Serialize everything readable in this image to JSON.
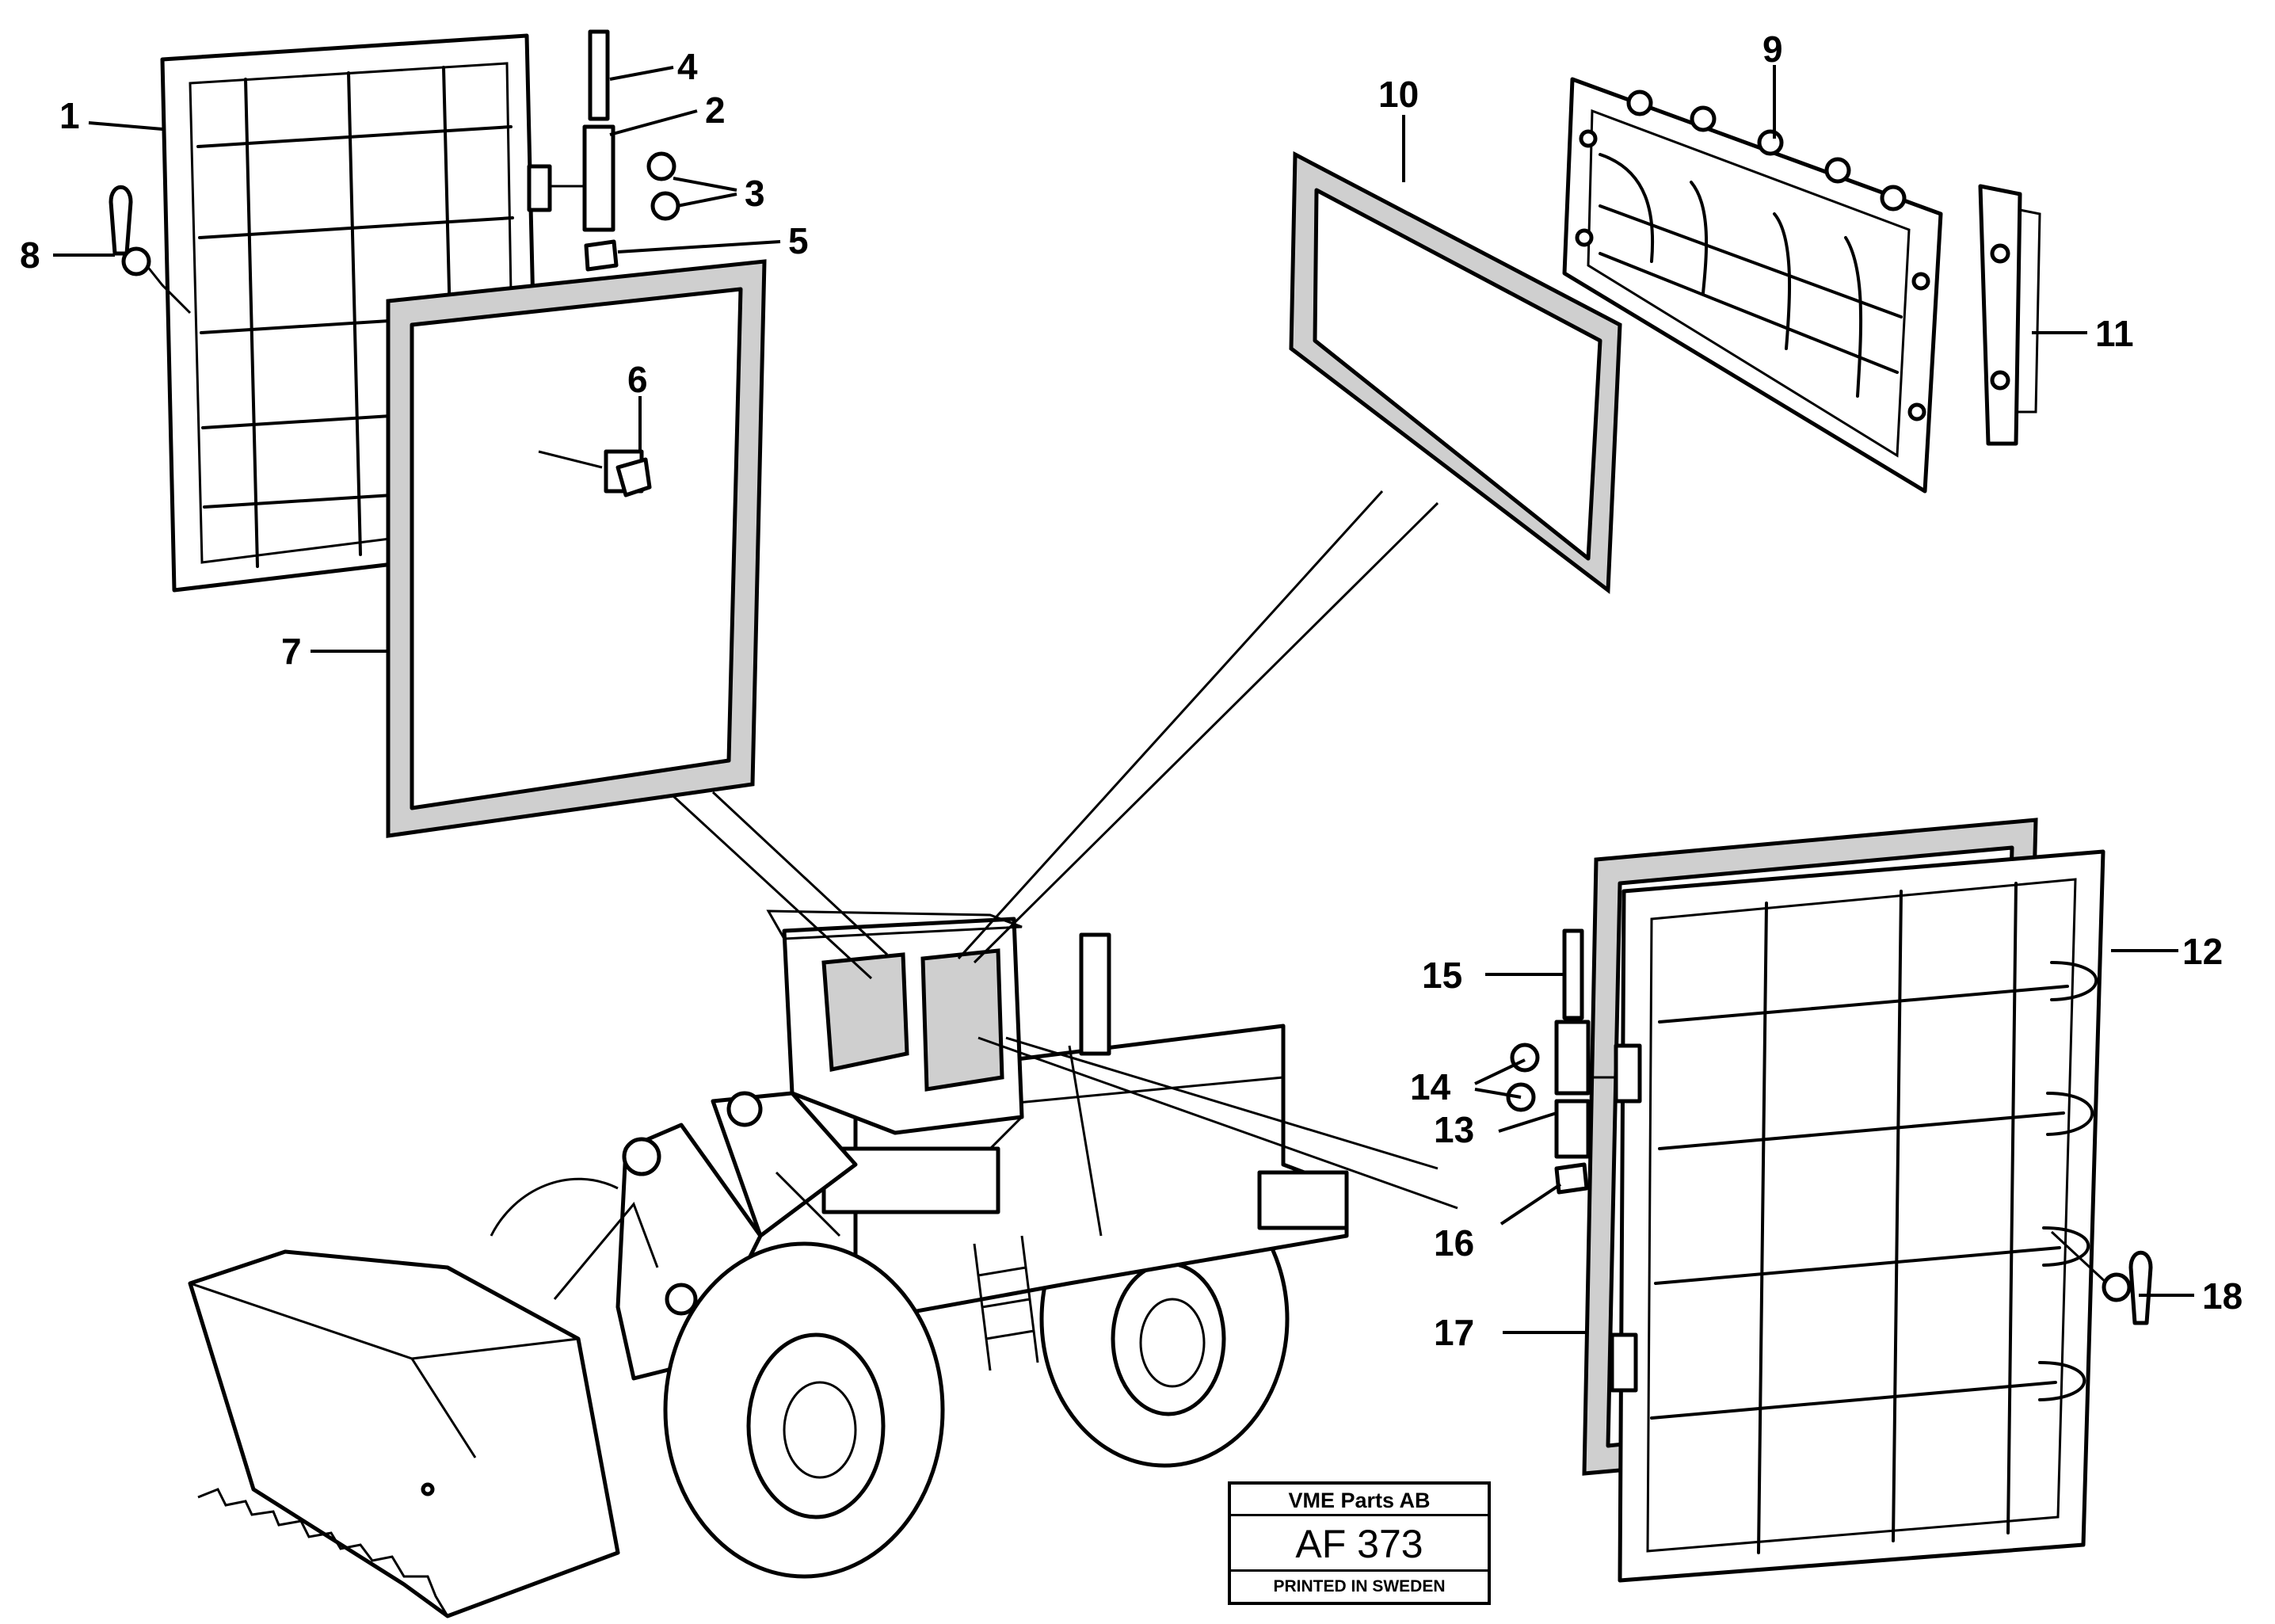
{
  "callouts": [
    "1",
    "2",
    "3",
    "4",
    "5",
    "6",
    "7",
    "8",
    "9",
    "10",
    "11",
    "12",
    "13",
    "14",
    "15",
    "16",
    "17",
    "18"
  ],
  "title_block": {
    "company": "VME Parts AB",
    "code": "AF 373",
    "printed": "PRINTED IN SWEDEN"
  }
}
